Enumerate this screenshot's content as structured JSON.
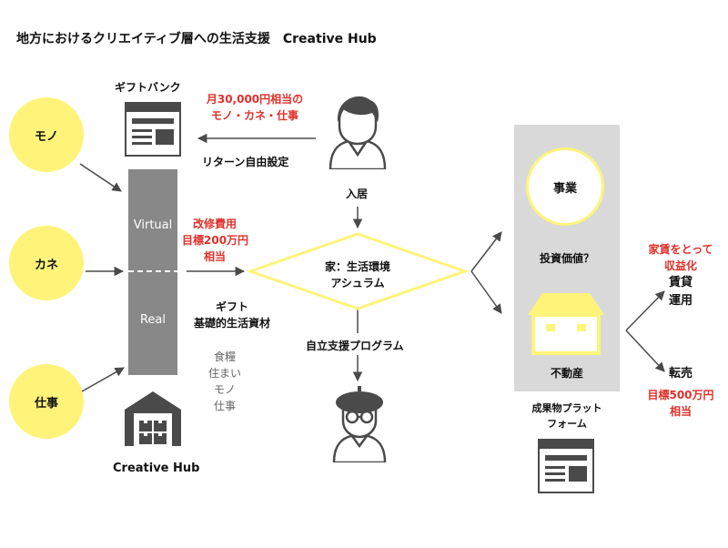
{
  "title": "地方におけるクリエイティブ層への生活支援　Creative Hub",
  "left_circles": {
    "mono": "モノ",
    "kane": "カネ",
    "shigoto": "仕事"
  },
  "gift_bank": {
    "label": "ギフトバンク"
  },
  "offer": {
    "line1": "月30,000円相当の",
    "line2": "モノ・カネ・仕事"
  },
  "return_setting": "リターン自由設定",
  "moving_in": "入居",
  "hub_bar": {
    "virtual": "Virtual",
    "real": "Real"
  },
  "renovation": {
    "line1": "改修費用",
    "line2": "目標200万円",
    "line3": "相当"
  },
  "gift_supplies": {
    "line1": "ギフト",
    "line2": "基礎的生活資材"
  },
  "supplies_list": [
    "食糧",
    "住まい",
    "モノ",
    "仕事"
  ],
  "house": {
    "line1": "家：生活環境",
    "line2": "アシュラム"
  },
  "program": "自立支援プログラム",
  "creative_hub_label": "Creative Hub",
  "right_panel": {
    "business": "事業",
    "investment": "投資価値？",
    "real_estate": "不動産"
  },
  "results_platform": {
    "line1": "成果物プラット",
    "line2": "フォーム"
  },
  "rent": {
    "red1": "家賃をとって",
    "red2": "収益化",
    "line1": "賃貸",
    "line2": "運用"
  },
  "resale": {
    "label": "転売",
    "red1": "目標500万円",
    "red2": "相当"
  },
  "colors": {
    "yellow": "#fff479",
    "accent_red": "#e0302a",
    "bar_grey": "#888888",
    "panel_grey": "#d9d9d9",
    "icon_dark": "#4a4a4a"
  }
}
